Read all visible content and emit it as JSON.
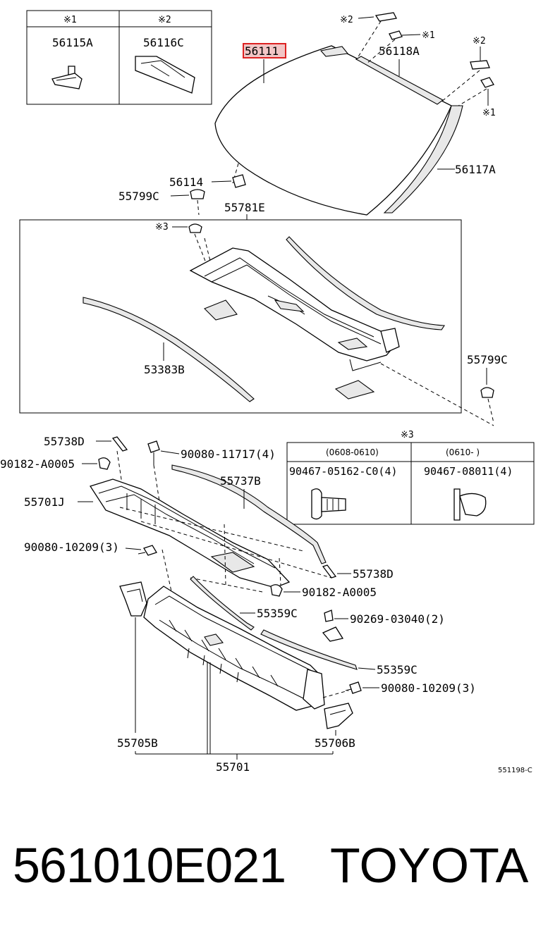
{
  "callouts": {
    "p56115A": "56115A",
    "p56116C": "56116C",
    "p56111": "56111",
    "p56118A": "56118A",
    "p56117A": "56117A",
    "p56114": "56114",
    "p55799C_top": "55799C",
    "p55781E": "55781E",
    "p53383B": "53383B",
    "p55799C_right": "55799C",
    "p55738D_top": "55738D",
    "p90080_11717": "90080-11717(4)",
    "p90182_A0005_left": "90182-A0005",
    "p55737B": "55737B",
    "p55701J": "55701J",
    "p90080_10209_left": "90080-10209(3)",
    "p55738D_mid": "55738D",
    "p90182_A0005_mid": "90182-A0005",
    "p55359C_upper": "55359C",
    "p90269_03040": "90269-03040(2)",
    "p55359C_lower": "55359C",
    "p90080_10209_right": "90080-10209(3)",
    "p55705B": "55705B",
    "p55706B": "55706B",
    "p55701": "55701"
  },
  "notes": {
    "n1": "※1",
    "n2": "※2",
    "n3": "※3"
  },
  "clip_table": {
    "note": "※3",
    "period_left": "(0608-0610)",
    "period_right": "(0610-      )",
    "part_left": "90467-05162-C0(4)",
    "part_right": "90467-08011(4)"
  },
  "drawing_code": "551198-C",
  "footer": {
    "part_number": "561010E021",
    "brand": "TOYOTA"
  },
  "colors": {
    "highlight_fill": "#f2c6c6",
    "highlight_stroke": "#dd2222",
    "line": "#000000",
    "background": "#ffffff"
  }
}
